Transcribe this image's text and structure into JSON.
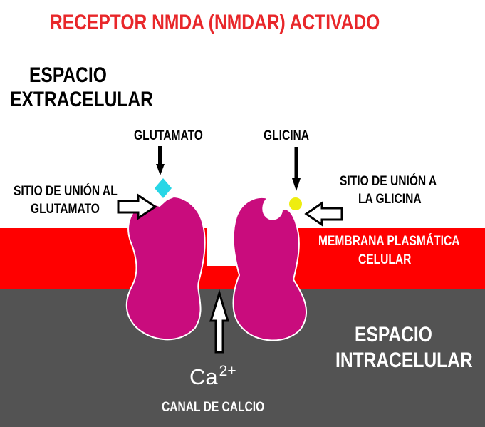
{
  "title": "RECEPTOR NMDA (NMDAR) ACTIVADO",
  "labels": {
    "extracellular": [
      "ESPACIO",
      "EXTRACELULAR"
    ],
    "glutamate": "GLUTAMATO",
    "glycine": "GLICINA",
    "glutamate_site": [
      "SITIO DE UNIÓN AL",
      "GLUTAMATO"
    ],
    "glycine_site": [
      "SITIO DE UNIÓN A",
      "LA GLICINA"
    ],
    "membrane": [
      "MEMBRANA PLASMÁTICA",
      "CELULAR"
    ],
    "intracellular": [
      "ESPACIO",
      "INTRACELULAR"
    ],
    "ion_base": "Ca",
    "ion_charge": "2+",
    "channel": "CANAL DE CALCIO"
  },
  "colors": {
    "title": "#e8272a",
    "membrane": "#ff0000",
    "intracellular": "#535353",
    "receptor": "#c90c7d",
    "glutamate": "#27d6e6",
    "glycine": "#eeed10",
    "text_dark": "#000000",
    "text_light": "#ffffff"
  }
}
